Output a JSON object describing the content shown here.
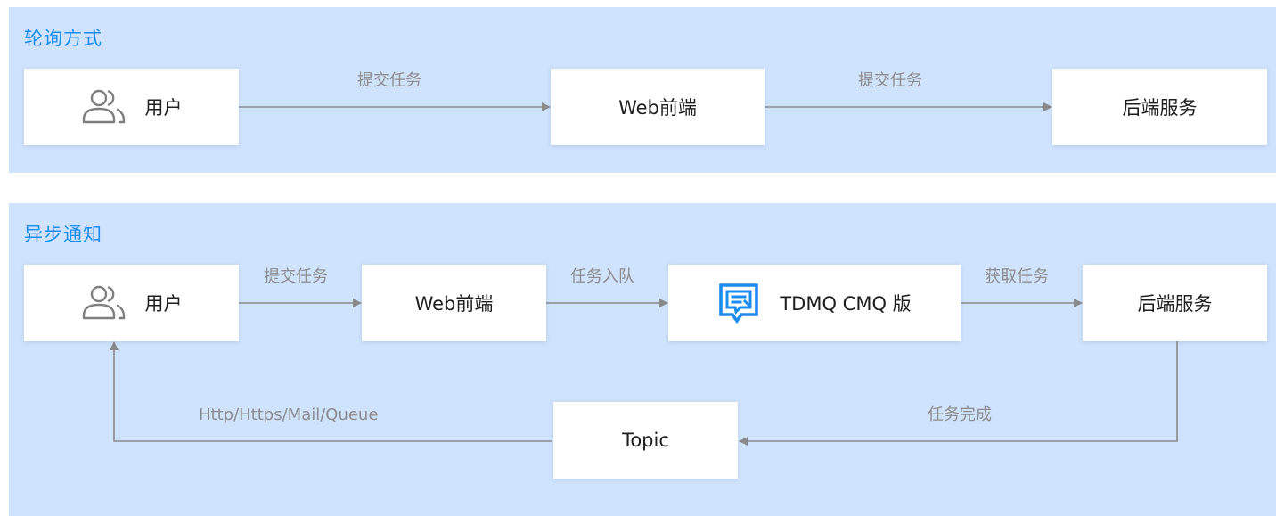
{
  "colors": {
    "panel_bg": "#cfe3fc",
    "section_title": "#1a8cf0",
    "node_bg": "#ffffff",
    "arrow": "#8a8a8a",
    "edge_label": "#8c8c8c",
    "cmq_brand": "#1a8cf0"
  },
  "polling": {
    "title": "轮询方式",
    "nodes": {
      "user": {
        "label": "用户",
        "icon": "users-icon"
      },
      "web": {
        "label": "Web前端"
      },
      "backend": {
        "label": "后端服务"
      }
    },
    "edges": {
      "user_to_web": "提交任务",
      "web_to_backend": "提交任务"
    }
  },
  "async": {
    "title": "异步通知",
    "nodes": {
      "user": {
        "label": "用户",
        "icon": "users-icon"
      },
      "web": {
        "label": "Web前端"
      },
      "cmq": {
        "label": "TDMQ CMQ 版",
        "icon": "tdmq-cmq-logo-icon"
      },
      "backend": {
        "label": "后端服务"
      },
      "topic": {
        "label": "Topic"
      }
    },
    "edges": {
      "user_to_web": "提交任务",
      "web_to_cmq": "任务入队",
      "cmq_to_backend": "获取任务",
      "backend_to_topic": "任务完成",
      "topic_to_user": "Http/Https/Mail/Queue"
    }
  }
}
